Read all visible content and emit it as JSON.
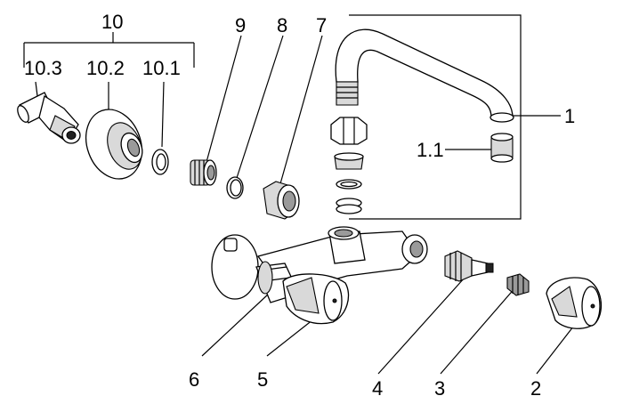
{
  "labels": {
    "p10": "10",
    "p10_3": "10.3",
    "p10_2": "10.2",
    "p10_1": "10.1",
    "p9": "9",
    "p8": "8",
    "p7": "7",
    "p1": "1",
    "p1_1": "1.1",
    "p6": "6",
    "p5": "5",
    "p4": "4",
    "p3": "3",
    "p2": "2"
  }
}
